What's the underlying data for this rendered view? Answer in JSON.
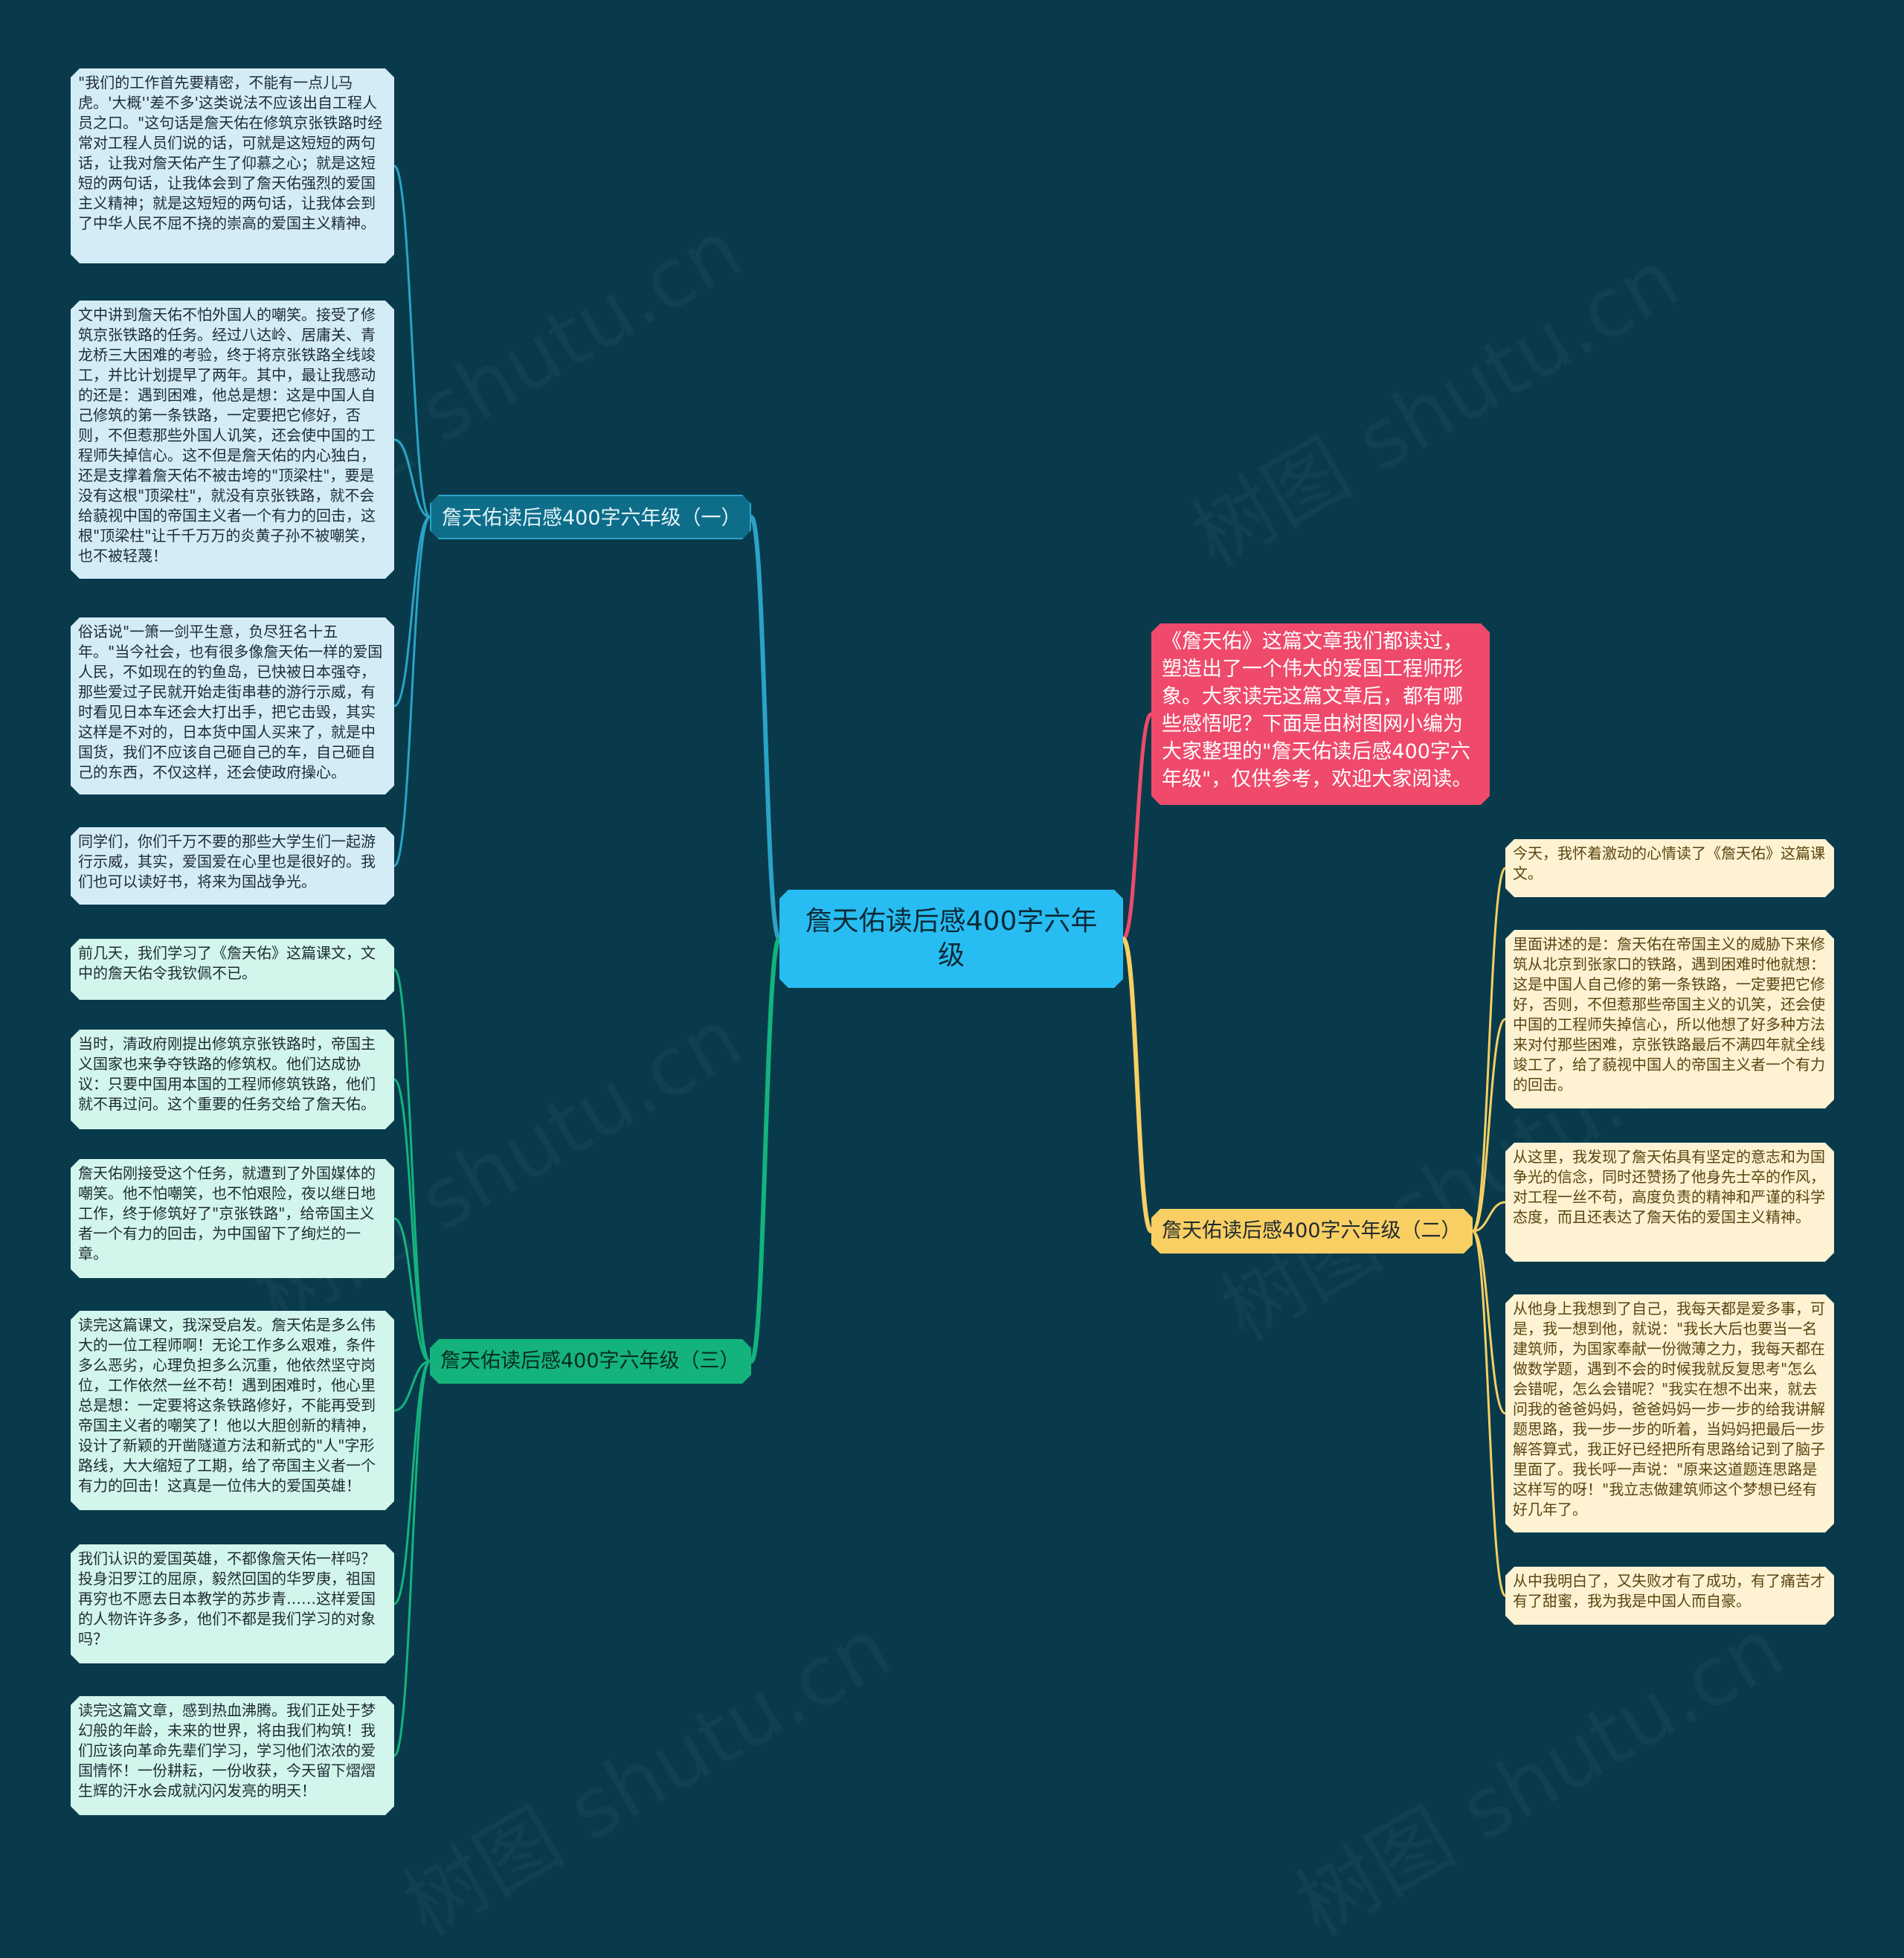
{
  "root": {
    "title": "詹天佑读后感400字六年级"
  },
  "intro": "《詹天佑》这篇文章我们都读过，塑造出了一个伟大的爱国工程师形象。大家读完这篇文章后，都有哪些感悟呢？下面是由树图网小编为大家整理的\"詹天佑读后感400字六年级\"，仅供参考，欢迎大家阅读。",
  "branches": [
    {
      "label": "詹天佑读后感400字六年级（一）",
      "color": "#2aa3c6",
      "leaves": [
        "\"我们的工作首先要精密，不能有一点儿马虎。'大概''差不多'这类说法不应该出自工程人员之口。\"这句话是詹天佑在修筑京张铁路时经常对工程人员们说的话，可就是这短短的两句话，让我对詹天佑产生了仰慕之心；就是这短短的两句话，让我体会到了詹天佑强烈的爱国主义精神；就是这短短的两句话，让我体会到了中华人民不屈不挠的崇高的爱国主义精神。",
        "文中讲到詹天佑不怕外国人的嘲笑。接受了修筑京张铁路的任务。经过八达岭、居庸关、青龙桥三大困难的考验，终于将京张铁路全线竣工，并比计划提早了两年。其中，最让我感动的还是：遇到困难，他总是想：这是中国人自己修筑的第一条铁路，一定要把它修好，否则，不但惹那些外国人讥笑，还会使中国的工程师失掉信心。这不但是詹天佑的内心独白，还是支撑着詹天佑不被击垮的\"顶梁柱\"，要是没有这根\"顶梁柱\"，就没有京张铁路，就不会给藐视中国的帝国主义者一个有力的回击，这根\"顶梁柱\"让千千万万的炎黄子孙不被嘲笑，也不被轻蔑！",
        "俗话说\"一箫一剑平生意，负尽狂名十五年。\"当今社会，也有很多像詹天佑一样的爱国人民，不如现在的钓鱼岛，已快被日本强夺，那些爱过子民就开始走街串巷的游行示威，有时看见日本车还会大打出手，把它击毁，其实这样是不对的，日本货中国人买来了，就是中国货，我们不应该自己砸自己的车，自己砸自己的东西，不仅这样，还会使政府操心。",
        "同学们，你们千万不要的那些大学生们一起游行示威，其实，爱国爱在心里也是很好的。我们也可以读好书，将来为国战争光。"
      ]
    },
    {
      "label": "詹天佑读后感400字六年级（二）",
      "color": "#f9cf63",
      "leaves": [
        "今天，我怀着激动的心情读了《詹天佑》这篇课文。",
        "里面讲述的是：詹天佑在帝国主义的威胁下来修筑从北京到张家口的铁路，遇到困难时他就想：这是中国人自己修的第一条铁路，一定要把它修好，否则，不但惹那些帝国主义的讥笑，还会使中国的工程师失掉信心，所以他想了好多种方法来对付那些困难，京张铁路最后不满四年就全线竣工了，给了藐视中国人的帝国主义者一个有力的回击。",
        "从这里，我发现了詹天佑具有坚定的意志和为国争光的信念，同时还赞扬了他身先士卒的作风，对工程一丝不苟，高度负责的精神和严谨的科学态度，而且还表达了詹天佑的爱国主义精神。",
        "从他身上我想到了自己，我每天都是爱多事，可是，我一想到他，就说：\"我长大后也要当一名建筑师，为国家奉献一份微薄之力，我每天都在做数学题，遇到不会的时候我就反复思考\"怎么会错呢，怎么会错呢？\"我实在想不出来，就去问我的爸爸妈妈，爸爸妈妈一步一步的给我讲解题思路，我一步一步的听着，当妈妈把最后一步解答算式，我正好已经把所有思路给记到了脑子里面了。我长呼一声说：\"原来这道题连思路是这样写的呀！\"我立志做建筑师这个梦想已经有好几年了。",
        "从中我明白了，又失败才有了成功，有了痛苦才有了甜蜜，我为我是中国人而自豪。"
      ]
    },
    {
      "label": "詹天佑读后感400字六年级（三）",
      "color": "#14b37c",
      "leaves": [
        "前几天，我们学习了《詹天佑》这篇课文，文中的詹天佑令我钦佩不已。",
        "当时，清政府刚提出修筑京张铁路时，帝国主义国家也来争夺铁路的修筑权。他们达成协议：只要中国用本国的工程师修筑铁路，他们就不再过问。这个重要的任务交给了詹天佑。",
        "詹天佑刚接受这个任务，就遭到了外国媒体的嘲笑。他不怕嘲笑，也不怕艰险，夜以继日地工作，终于修筑好了\"京张铁路\"，给帝国主义者一个有力的回击，为中国留下了绚烂的一章。",
        "读完这篇课文，我深受启发。詹天佑是多么伟大的一位工程师啊！无论工作多么艰难，条件多么恶劣，心理负担多么沉重，他依然坚守岗位，工作依然一丝不苟！遇到困难时，他心里总是想：一定要将这条铁路修好，不能再受到帝国主义者的嘲笑了！他以大胆创新的精神，设计了新颖的开凿隧道方法和新式的\"人\"字形路线，大大缩短了工期，给了帝国主义者一个有力的回击！这真是一位伟大的爱国英雄！",
        "我们认识的爱国英雄，不都像詹天佑一样吗？投身汨罗江的屈原，毅然回国的华罗庚，祖国再穷也不愿去日本教学的苏步青……这样爱国的人物许许多多，他们不都是我们学习的对象吗？",
        "读完这篇文章，感到热血沸腾。我们正处于梦幻般的年龄，未来的世界，将由我们构筑！我们应该向革命先辈们学习，学习他们浓浓的爱国情怀！一份耕耘，一份收获，今天留下熠熠生辉的汗水会成就闪闪发亮的明天！"
      ]
    }
  ],
  "colors": {
    "background": "#083a4b",
    "root": "#28bdf2",
    "intro": "#ef4a6b"
  }
}
